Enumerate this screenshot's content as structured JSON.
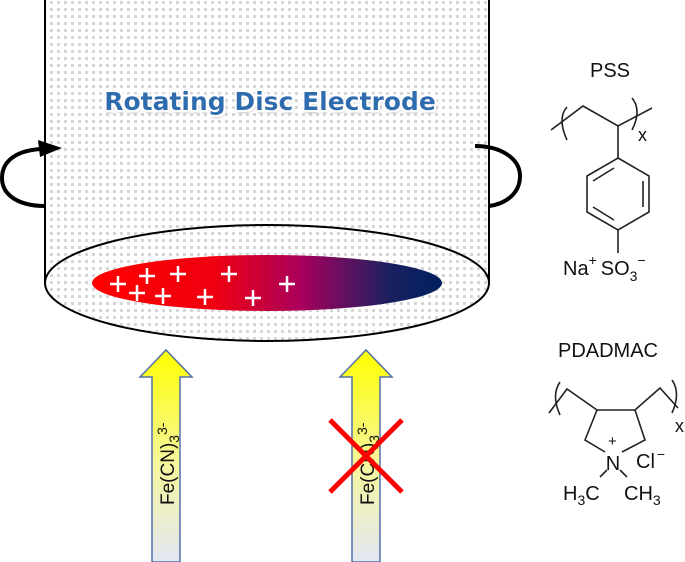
{
  "diagram": {
    "title": "Rotating Disc Electrode",
    "electrode_charge_symbol": "+",
    "gradient_colors": [
      "#ff0000",
      "#b0005a",
      "#00205e"
    ],
    "arrows": [
      {
        "label_main": "Fe(CN)",
        "label_sub": "3",
        "label_sup": "3-",
        "blocked": false,
        "color": "#ffff00"
      },
      {
        "label_main": "Fe(CN)",
        "label_sub": "3",
        "label_sup": "3-",
        "blocked": true,
        "color": "#ffff00",
        "cross_color": "#ff0000"
      }
    ],
    "pss": {
      "name": "PSS",
      "repeat": "x",
      "cation": "Na",
      "cation_charge": "+",
      "anion": "SO",
      "anion_sub": "3",
      "anion_charge": "−"
    },
    "pdadmac": {
      "name": "PDADMAC",
      "repeat": "x",
      "nitrogen": "N",
      "nitrogen_charge": "+",
      "counterion": "Cl",
      "counterion_charge": "−",
      "methyl_left": "H",
      "methyl_left_sub": "3",
      "methyl_left_end": "C",
      "methyl_right": "CH",
      "methyl_right_sub": "3"
    }
  }
}
